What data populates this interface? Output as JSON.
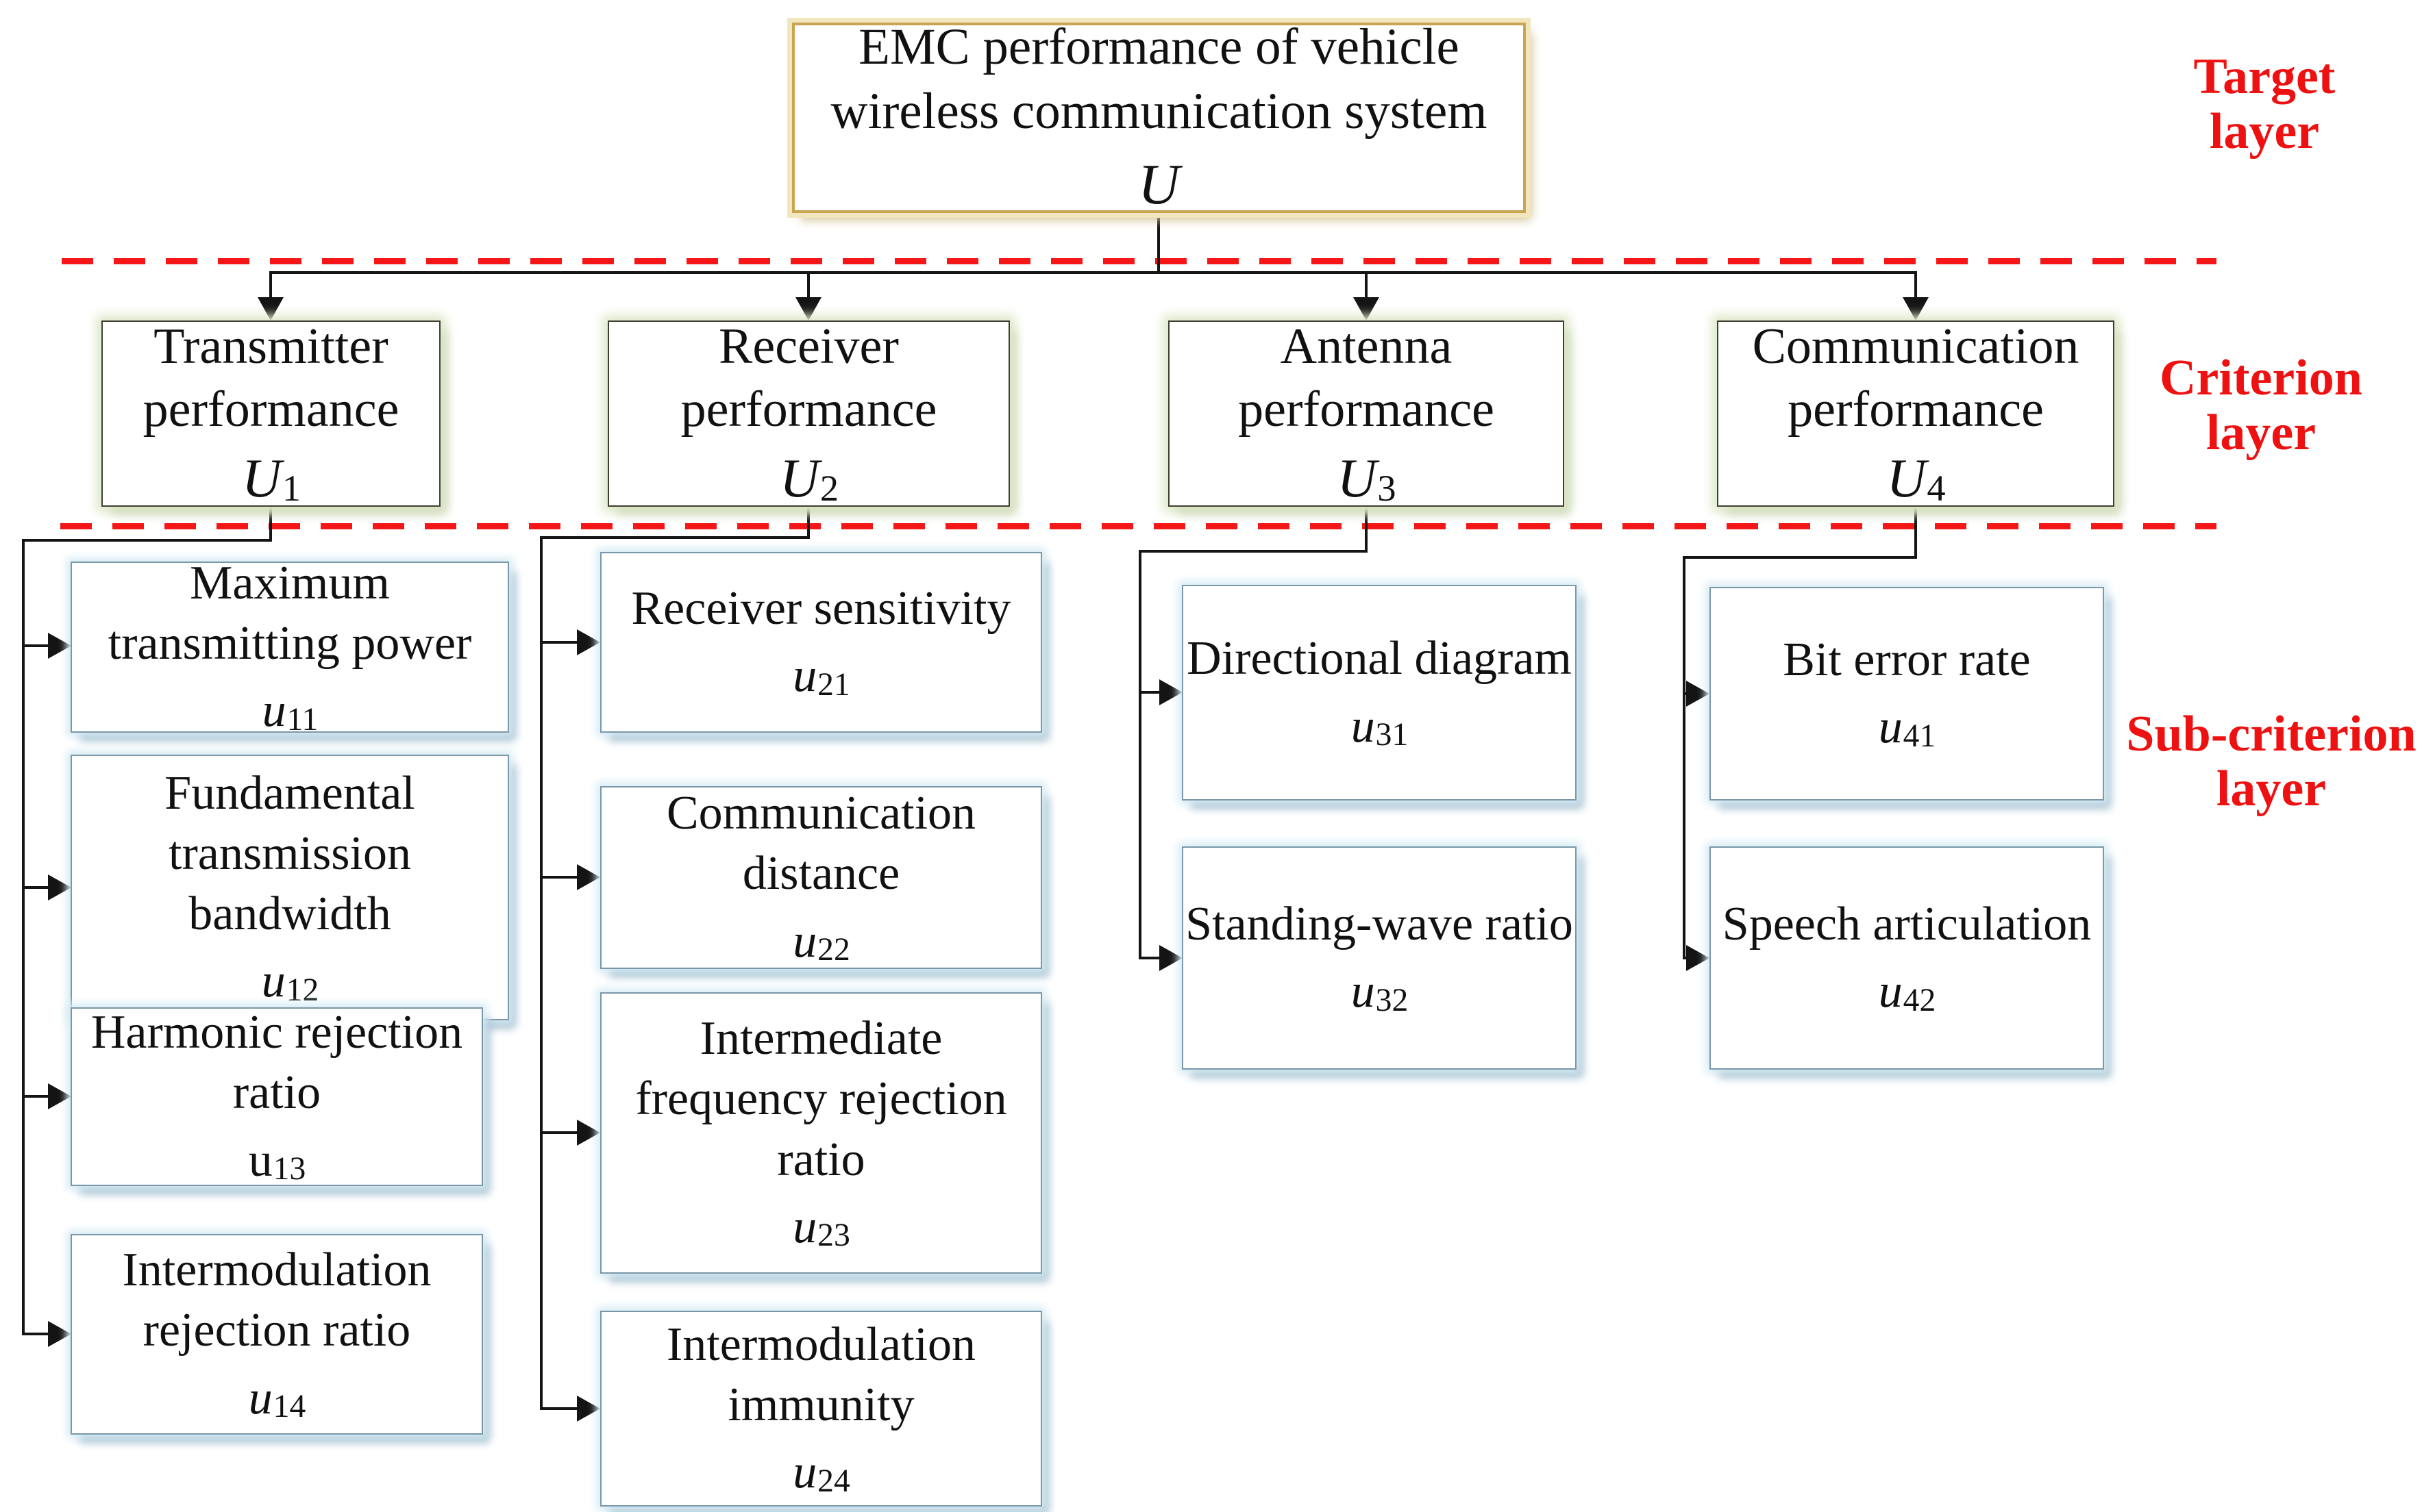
{
  "title_box": {
    "line1": "EMC performance of vehicle",
    "line2": "wireless communication system",
    "symbol": "U"
  },
  "layer_labels": {
    "target": {
      "line1": "Target",
      "line2": "layer"
    },
    "criterion": {
      "line1": "Criterion",
      "line2": "layer"
    },
    "sub_criterion": {
      "line1": "Sub-criterion",
      "line2": "layer"
    }
  },
  "criteria": [
    {
      "line1": "Transmitter",
      "line2": "performance",
      "symbol": "U",
      "subscript": "1"
    },
    {
      "line1": "Receiver",
      "line2": "performance",
      "symbol": "U",
      "subscript": "2"
    },
    {
      "line1": "Antenna",
      "line2": "performance",
      "symbol": "U",
      "subscript": "3"
    },
    {
      "line1": "Communication",
      "line2": "performance",
      "symbol": "U",
      "subscript": "4"
    }
  ],
  "subcriteria": {
    "c1": [
      {
        "label": "Maximum transmitting power",
        "symbol": "u",
        "subscript": "11"
      },
      {
        "label": "Fundamental transmission bandwidth",
        "symbol": "u",
        "subscript": "12"
      },
      {
        "label": "Harmonic rejection ratio",
        "symbol": "u",
        "subscript": "13"
      },
      {
        "label": "Intermodulation rejection ratio",
        "symbol": "u",
        "subscript": "14"
      }
    ],
    "c2": [
      {
        "label": "Receiver sensitivity",
        "symbol": "u",
        "subscript": "21"
      },
      {
        "label": "Communication distance",
        "symbol": "u",
        "subscript": "22"
      },
      {
        "label": "Intermediate frequency rejection ratio",
        "symbol": "u",
        "subscript": "23"
      },
      {
        "label": "Intermodulation immunity",
        "symbol": "u",
        "subscript": "24"
      }
    ],
    "c3": [
      {
        "label": "Directional diagram",
        "symbol": "u",
        "subscript": "31"
      },
      {
        "label": "Standing-wave ratio",
        "symbol": "u",
        "subscript": "32"
      }
    ],
    "c4": [
      {
        "label": "Bit error rate",
        "symbol": "u",
        "subscript": "41"
      },
      {
        "label": "Speech articulation",
        "symbol": "u",
        "subscript": "42"
      }
    ]
  },
  "colors": {
    "label_red": "#ee1111",
    "dash_red": "#f51717",
    "line_black": "#141414",
    "target_border_gold": "#c9a553",
    "target_glow": "#f2e6bf",
    "criterion_border": "#3f3f33",
    "criterion_glow": "#dfe9ca",
    "sub_border": "#7b98a8",
    "sub_glow": "#d9edf5",
    "sub_shadow": "#96b3c5",
    "box_background": "#ffffff"
  }
}
